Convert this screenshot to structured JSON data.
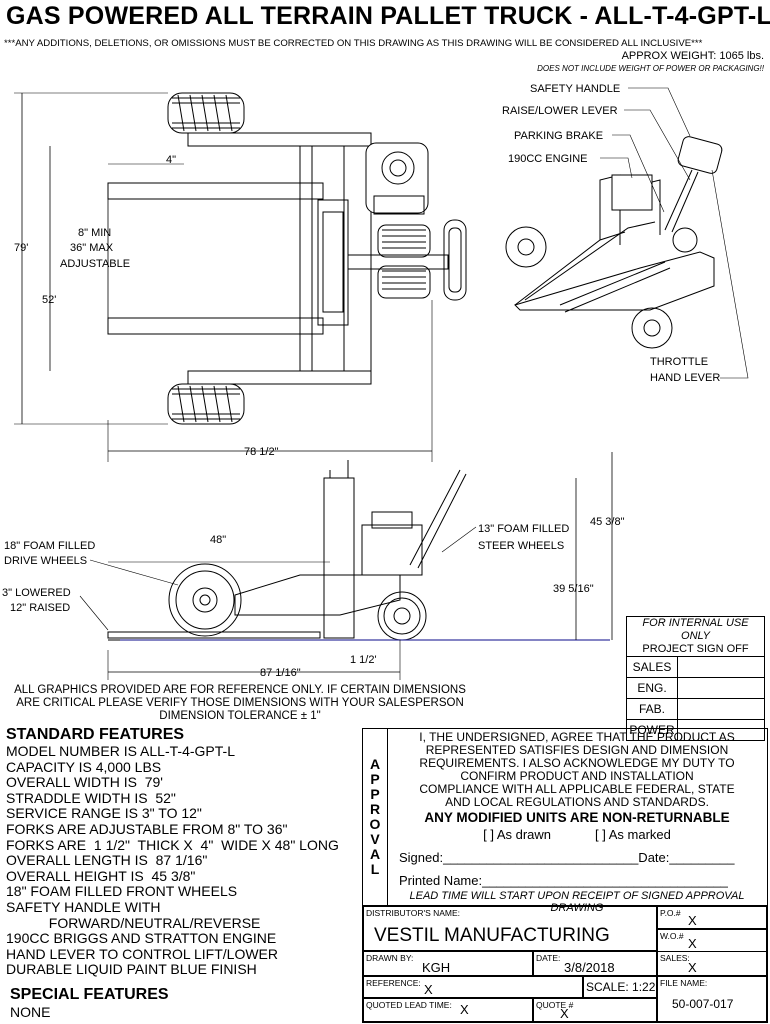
{
  "header": {
    "title": "GAS POWERED ALL TERRAIN PALLET TRUCK - ALL-T-4-GPT-L",
    "disclaimer": "***ANY ADDITIONS, DELETIONS, OR OMISSIONS MUST BE CORRECTED ON THIS DRAWING AS THIS DRAWING WILL BE CONSIDERED ALL INCLUSIVE***",
    "weight": "APPROX WEIGHT: 1065 lbs.",
    "weight_note": "DOES NOT INCLUDE WEIGHT OF POWER OR PACKAGING!!"
  },
  "top_view": {
    "dim_4": "4\"",
    "adjustable": [
      "8\" MIN",
      "36\" MAX",
      "ADJUSTABLE"
    ],
    "dim_79": "79'",
    "dim_52": "52'",
    "dim_78": "78 1/2\""
  },
  "iso_view": {
    "safety_handle": "SAFETY HANDLE",
    "raise_lower": "RAISE/LOWER LEVER",
    "parking_brake": "PARKING BRAKE",
    "engine": "190CC ENGINE",
    "throttle": [
      "THROTTLE",
      "HAND LEVER"
    ]
  },
  "side_view": {
    "dim_48": "48\"",
    "drive_wheels": [
      "18\" FOAM FILLED",
      "DRIVE WHEELS"
    ],
    "lowered": "3\" LOWERED",
    "raised": "12\" RAISED",
    "steer_wheels": [
      "13\" FOAM FILLED",
      "STEER WHEELS"
    ],
    "dim_45": "45 3/8\"",
    "dim_39": "39 5/16\"",
    "dim_87": "87 1/16\"",
    "dim_1": "1 1/2'"
  },
  "reference_note": [
    "ALL GRAPHICS PROVIDED ARE FOR REFERENCE ONLY. IF CERTAIN DIMENSIONS",
    "ARE CRITICAL PLEASE VERIFY THOSE DIMENSIONS WITH YOUR SALESPERSON",
    "DIMENSION TOLERANCE ± 1\""
  ],
  "internal": {
    "line1": "FOR INTERNAL USE ONLY",
    "line2": "PROJECT SIGN OFF",
    "rows": [
      "SALES",
      "ENG.",
      "FAB.",
      "POWER"
    ]
  },
  "standard_features": {
    "heading": "STANDARD FEATURES",
    "lines": [
      "MODEL NUMBER IS ALL-T-4-GPT-L",
      "CAPACITY IS 4,000 LBS",
      "OVERALL WIDTH IS  79'",
      "STRADDLE WIDTH IS  52\"",
      "SERVICE RANGE IS 3\" TO 12\"",
      "FORKS ARE ADJUSTABLE FROM 8\" TO 36\"",
      "FORKS ARE  1 1/2\"  THICK X  4\"  WIDE X 48\" LONG",
      "OVERALL LENGTH IS  87 1/16\"",
      "OVERALL HEIGHT IS  45 3/8\"",
      "18\" FOAM FILLED FRONT WHEELS",
      "SAFETY HANDLE WITH",
      "           FORWARD/NEUTRAL/REVERSE",
      "190CC BRIGGS AND STRATTON ENGINE",
      "HAND LEVER TO CONTROL LIFT/LOWER",
      "DURABLE LIQUID PAINT BLUE FINISH"
    ]
  },
  "special_features": {
    "heading": "SPECIAL FEATURES",
    "value": "NONE"
  },
  "approval": {
    "side_letters": [
      "A",
      "P",
      "P",
      "R",
      "O",
      "V",
      "A",
      "L"
    ],
    "paragraph": [
      "I, THE UNDERSIGNED, AGREE THAT THE PRODUCT AS",
      "REPRESENTED SATISFIES DESIGN AND DIMENSION",
      "REQUIREMENTS.  I ALSO ACKNOWLEDGE MY DUTY TO",
      "CONFIRM PRODUCT AND INSTALLATION",
      "COMPLIANCE WITH ALL APPLICABLE FEDERAL, STATE",
      "AND LOCAL REGULATIONS AND STANDARDS."
    ],
    "bold_line": "ANY MODIFIED UNITS ARE NON-RETURNABLE",
    "as_drawn": "[  ] As drawn",
    "as_marked": "[  ] As marked",
    "signed": "Signed:___________________________Date:_________",
    "printed": "Printed Name:__________________________________",
    "lead_time": "LEAD TIME WILL START UPON RECEIPT OF SIGNED APPROVAL DRAWING"
  },
  "title_block": {
    "distributor_label": "DISTRIBUTOR'S NAME:",
    "distributor": "VESTIL MANUFACTURING",
    "po_label": "P.O.#",
    "po": "X",
    "wo_label": "W.O.#",
    "wo": "X",
    "drawn_label": "DRAWN BY:",
    "drawn": "KGH",
    "date_label": "DATE:",
    "date": "3/8/2018",
    "sales_label": "SALES:",
    "sales": "X",
    "reference_label": "REFERENCE:",
    "reference": "X",
    "scale": "SCALE: 1:22",
    "file_label": "FILE NAME:",
    "file": "50-007-017",
    "quoted_label": "QUOTED LEAD TIME:",
    "quoted": "X",
    "quote_label": "QUOTE #",
    "quote": "X"
  }
}
